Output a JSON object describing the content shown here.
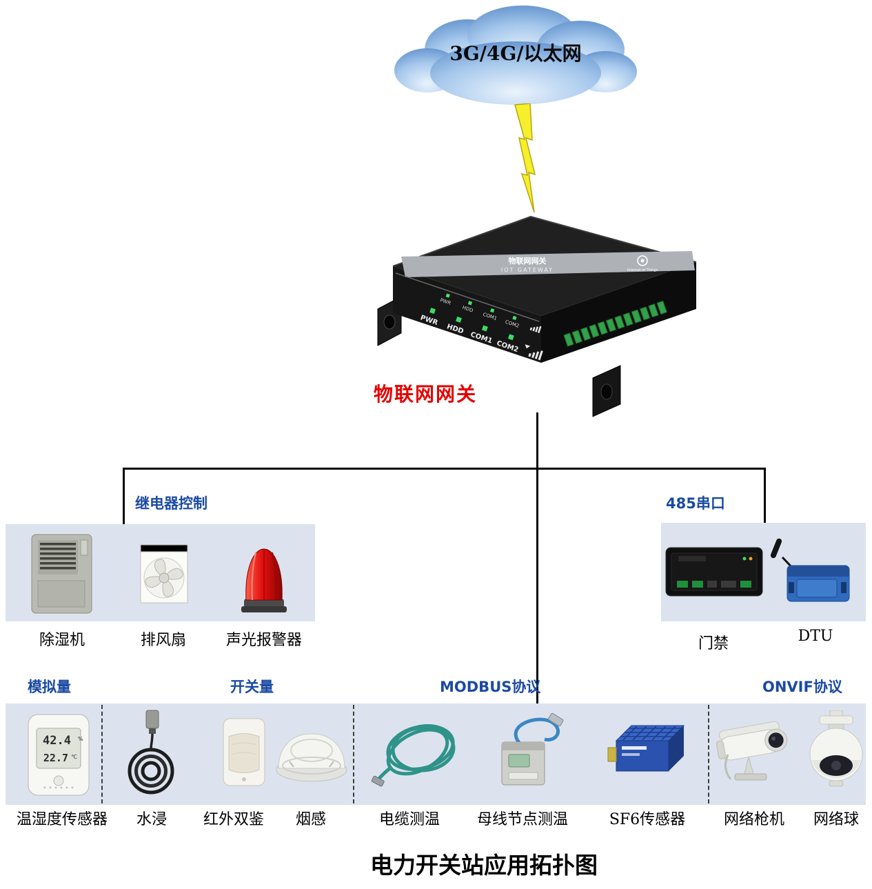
{
  "title": "电力开关站应用拓扑图",
  "cloud": {
    "label": "3G/4G/以太网"
  },
  "gateway": {
    "caption": "物联网网关",
    "strip_cn": "物联网网关",
    "strip_en": "IOT GATEWAY",
    "brand": "Internet of Things",
    "panel_leds": [
      "PWR",
      "HDD",
      "COM1",
      "COM2"
    ]
  },
  "branches": {
    "relay": {
      "label": "继电器控制",
      "items": [
        {
          "label": "除湿机"
        },
        {
          "label": "排风扇"
        },
        {
          "label": "声光报警器"
        }
      ]
    },
    "serial485": {
      "label": "485串口",
      "items": [
        {
          "label": "门禁"
        },
        {
          "label": "DTU"
        }
      ]
    }
  },
  "sections": {
    "analog": "模拟量",
    "digital": "开关量",
    "modbus": "MODBUS协议",
    "onvif": "ONVIF协议"
  },
  "sensors": [
    {
      "label": "温湿度传感器"
    },
    {
      "label": "水浸"
    },
    {
      "label": "红外双鉴"
    },
    {
      "label": "烟感"
    },
    {
      "label": "电缆测温"
    },
    {
      "label": "母线节点测温"
    },
    {
      "label": "SF6传感器"
    },
    {
      "label": "网络枪机"
    },
    {
      "label": "网络球"
    }
  ],
  "displays": {
    "humidity": "42.4",
    "humidity_unit": "%",
    "temperature": "22.7",
    "temperature_unit": "℃"
  },
  "colors": {
    "section_label_blue": "#1b4aa2",
    "gateway_caption_red": "#e60000",
    "panel_bg": "#dce3ee",
    "cloud_blue": "#4d82c4",
    "lightning_yellow": "#f6ef2d"
  }
}
